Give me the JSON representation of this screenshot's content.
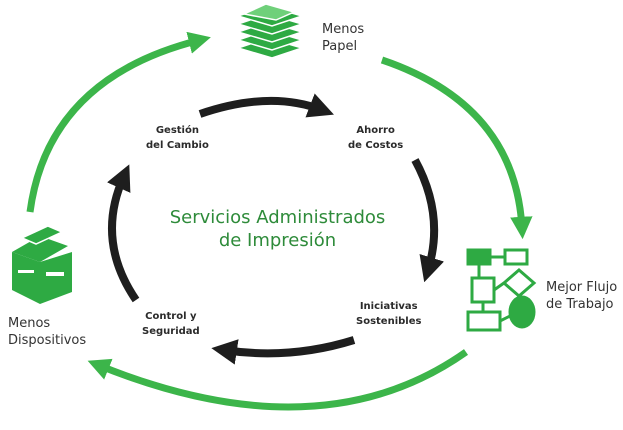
{
  "center_title": {
    "line1": "Servicios Administrados",
    "line2": "de Impresión"
  },
  "outer_items": [
    {
      "line1": "Menos",
      "line2": "Papel",
      "icon": "paper-stack-icon"
    },
    {
      "line1": "Mejor Flujo",
      "line2": "de Trabajo",
      "icon": "workflow-icon"
    },
    {
      "line1": "Menos",
      "line2": "Dispositivos",
      "icon": "printer-icon"
    }
  ],
  "inner_items": [
    {
      "line1": "Gestión",
      "line2": "del Cambio"
    },
    {
      "line1": "Ahorro",
      "line2": "de Costos"
    },
    {
      "line1": "Iniciativas",
      "line2": "Sostenibles"
    },
    {
      "line1": "Control y",
      "line2": "Seguridad"
    }
  ],
  "colors": {
    "outer_arrows": "#3cb54a",
    "inner_arrows": "#1e1e1e",
    "icons": "#2eaa43",
    "title": "#2e8b3a"
  }
}
